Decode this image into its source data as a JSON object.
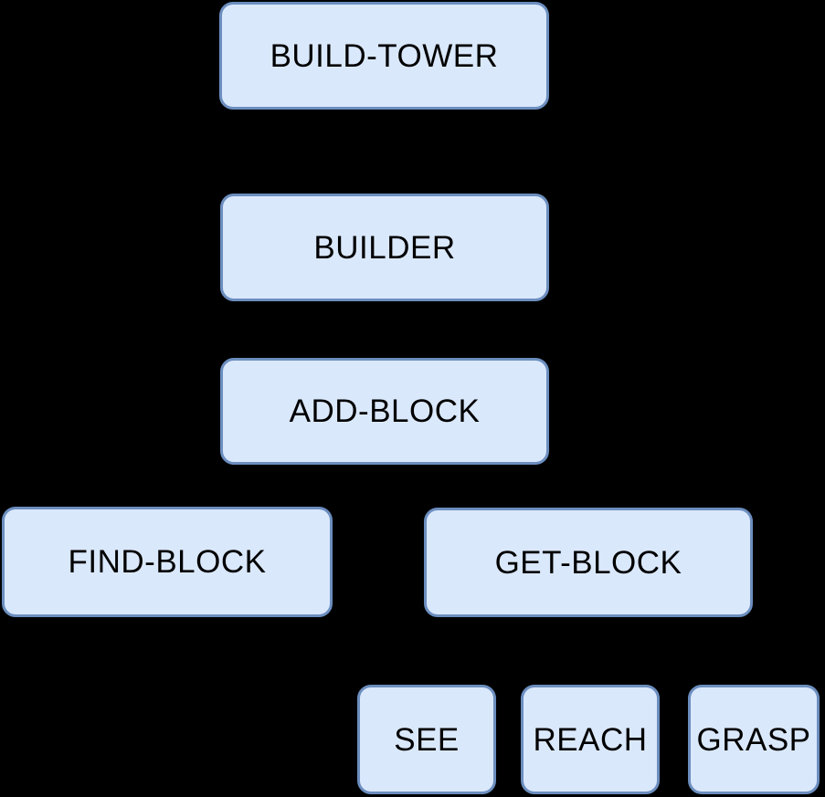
{
  "diagram": {
    "type": "hierarchy-tree",
    "background_color": "#000000",
    "node_fill_color": "#dae8fc",
    "node_border_color": "#6c8ebf",
    "node_text_color": "#000000",
    "nodes": [
      {
        "id": "build-tower",
        "label": "BUILD-TOWER",
        "level": 1
      },
      {
        "id": "builder",
        "label": "BUILDER",
        "level": 2
      },
      {
        "id": "add-block",
        "label": "ADD-BLOCK",
        "level": 3
      },
      {
        "id": "find-block",
        "label": "FIND-BLOCK",
        "level": 4
      },
      {
        "id": "get-block",
        "label": "GET-BLOCK",
        "level": 4
      },
      {
        "id": "see",
        "label": "SEE",
        "level": 5
      },
      {
        "id": "reach",
        "label": "REACH",
        "level": 5
      },
      {
        "id": "grasp",
        "label": "GRASP",
        "level": 5
      }
    ]
  }
}
